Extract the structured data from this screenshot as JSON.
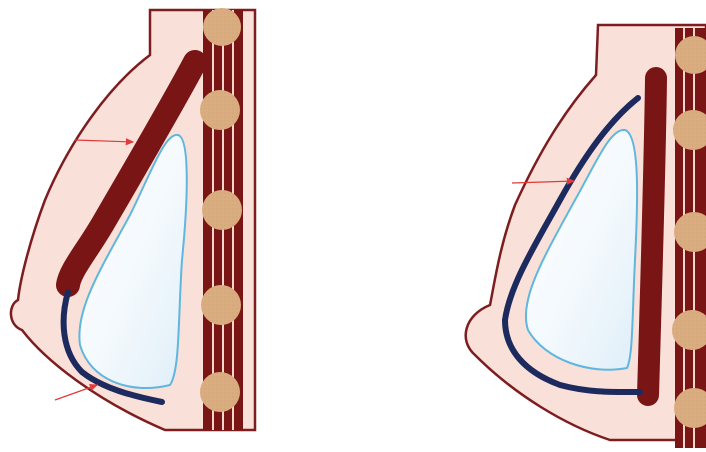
{
  "diagram": {
    "panels": [
      {
        "id": "left",
        "muscle_overlaps_upper_implant": true,
        "mesh_sling_along_lower_pole": true,
        "arrows": 2
      },
      {
        "id": "right",
        "muscle_behind_implant": true,
        "mesh_wraps_implant": true,
        "arrows": 1
      }
    ],
    "colors": {
      "background": "#ffffff",
      "skin_fill": "#f9e1da",
      "skin_outline": "#7e1d1f",
      "muscle": "#7a1516",
      "mesh": "#1d2a5e",
      "implant_outline": "#5fb6de",
      "implant_fill": "#f3f9fd",
      "rib": "#d9ad80",
      "arrow": "#e03a3a"
    }
  }
}
